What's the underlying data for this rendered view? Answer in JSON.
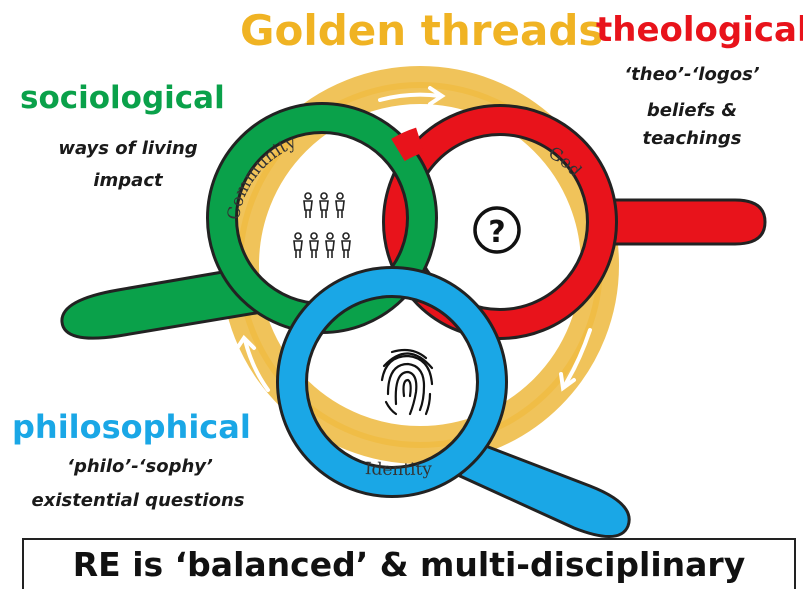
{
  "title": "Golden threads",
  "lenses": {
    "theological": {
      "heading": "theological",
      "line1": "‘theo’-‘logos’",
      "line2": "beliefs &",
      "line3": "teachings",
      "ring_label": "God",
      "color": "#e8131b"
    },
    "sociological": {
      "heading": "sociological",
      "line1": "ways of living",
      "line2": "impact",
      "ring_label": "Community",
      "color": "#0aa14a"
    },
    "philosophical": {
      "heading": "philosophical",
      "line1": "‘philo’-‘sophy’",
      "line2": "existential questions",
      "ring_label": "Identity",
      "color": "#1aa7e6"
    }
  },
  "center_icon": "?",
  "icons": [
    "people-group-icon",
    "fingerprint-icon",
    "question-mark-icon"
  ],
  "thread_color": "#f0b323",
  "banner": "RE is ‘balanced’ & multi-disciplinary"
}
